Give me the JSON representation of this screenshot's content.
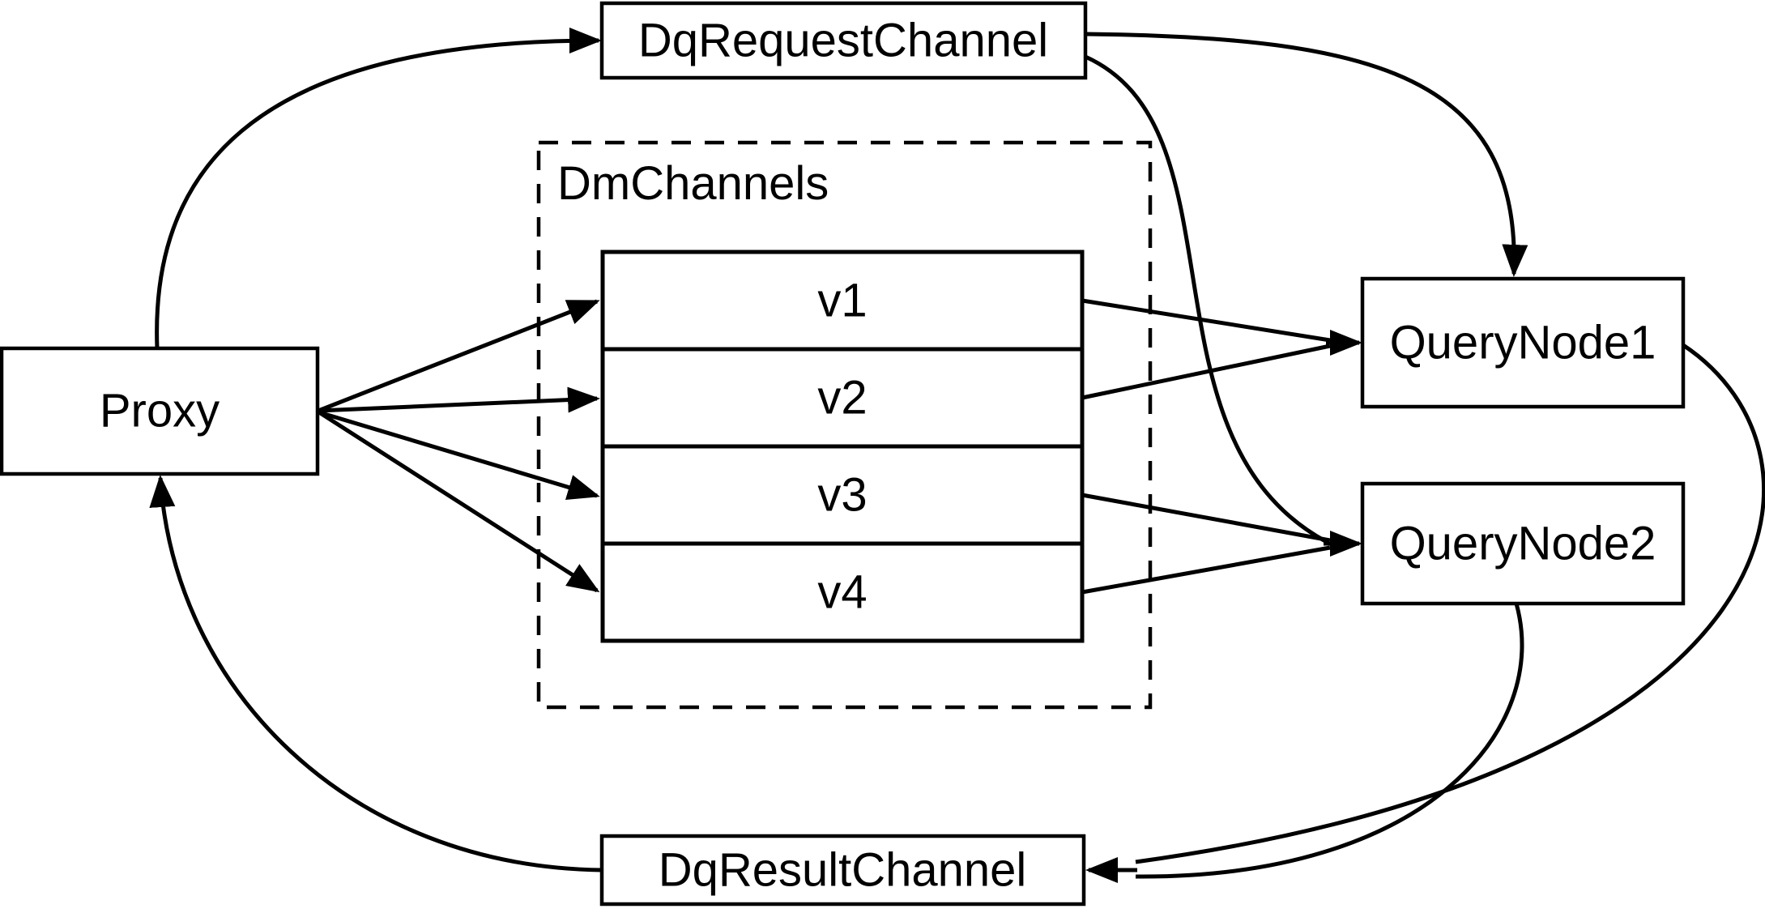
{
  "diagram": {
    "colors": {
      "background": "#ffffff",
      "stroke": "#000000",
      "box_fill": "#ffffff"
    },
    "nodes": {
      "proxy": {
        "label": "Proxy"
      },
      "dqRequestChannel": {
        "label": "DqRequestChannel"
      },
      "dmChannelsGroup": {
        "label": "DmChannels"
      },
      "channels": [
        {
          "label": "v1"
        },
        {
          "label": "v2"
        },
        {
          "label": "v3"
        },
        {
          "label": "v4"
        }
      ],
      "queryNode1": {
        "label": "QueryNode1"
      },
      "queryNode2": {
        "label": "QueryNode2"
      },
      "dqResultChannel": {
        "label": "DqResultChannel"
      }
    },
    "edges": [
      {
        "from": "Proxy",
        "to": "DqRequestChannel",
        "arrow": true
      },
      {
        "from": "Proxy",
        "to": "v1",
        "arrow": true
      },
      {
        "from": "Proxy",
        "to": "v2",
        "arrow": true
      },
      {
        "from": "Proxy",
        "to": "v3",
        "arrow": true
      },
      {
        "from": "Proxy",
        "to": "v4",
        "arrow": true
      },
      {
        "from": "v1",
        "to": "QueryNode1",
        "arrow": true
      },
      {
        "from": "v2",
        "to": "QueryNode1",
        "arrow": true
      },
      {
        "from": "DqRequestChannel",
        "to": "QueryNode1",
        "arrow": true
      },
      {
        "from": "DqRequestChannel",
        "to": "QueryNode2",
        "arrow": true
      },
      {
        "from": "v3",
        "to": "QueryNode2",
        "arrow": true
      },
      {
        "from": "v4",
        "to": "QueryNode2",
        "arrow": true
      },
      {
        "from": "QueryNode1",
        "to": "DqResultChannel",
        "arrow": true
      },
      {
        "from": "QueryNode2",
        "to": "DqResultChannel",
        "arrow": true
      },
      {
        "from": "DqResultChannel",
        "to": "Proxy",
        "arrow": true
      }
    ]
  }
}
